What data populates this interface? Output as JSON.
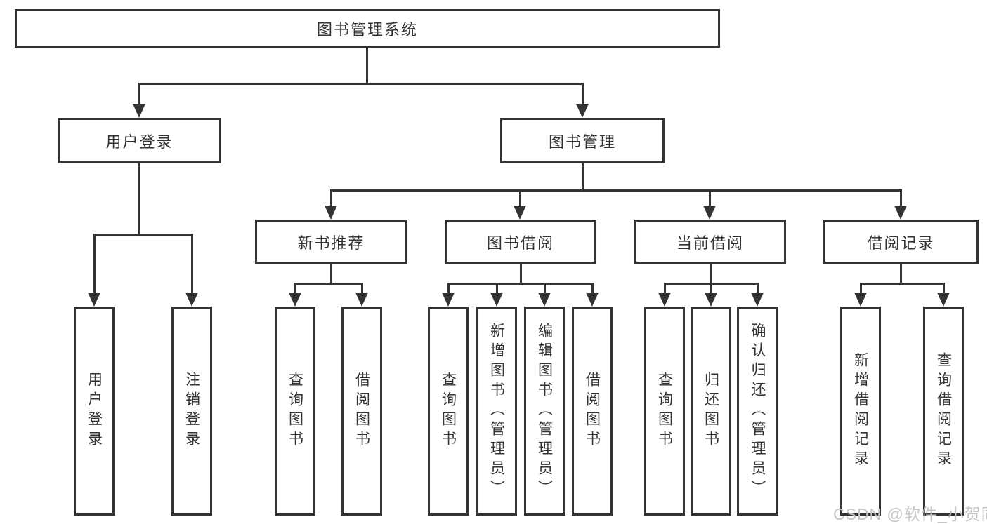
{
  "colors": {
    "line": "#333333",
    "box_border": "#333333",
    "box_fill": "#ffffff",
    "text": "#333333",
    "watermark_text": "#c5c5c5",
    "background": "#ffffff"
  },
  "watermark": {
    "text": "CSDN @软件_小贺同学"
  },
  "tree": {
    "root": {
      "label": "图书管理系统",
      "children": [
        {
          "label": "用户登录",
          "children": [
            {
              "label": "用户登录"
            },
            {
              "label": "注销登录"
            }
          ]
        },
        {
          "label": "图书管理",
          "children": [
            {
              "label": "新书推荐",
              "children": [
                {
                  "label": "查询图书"
                },
                {
                  "label": "借阅图书"
                }
              ]
            },
            {
              "label": "图书借阅",
              "children": [
                {
                  "label": "查询图书"
                },
                {
                  "label": "新增图书（管理员）"
                },
                {
                  "label": "编辑图书（管理员）"
                },
                {
                  "label": "借阅图书"
                }
              ]
            },
            {
              "label": "当前借阅",
              "children": [
                {
                  "label": "查询图书"
                },
                {
                  "label": "归还图书"
                },
                {
                  "label": "确认归还（管理员）"
                }
              ]
            },
            {
              "label": "借阅记录",
              "children": [
                {
                  "label": "新增借阅记录"
                },
                {
                  "label": "查询借阅记录"
                }
              ]
            }
          ]
        }
      ]
    }
  }
}
